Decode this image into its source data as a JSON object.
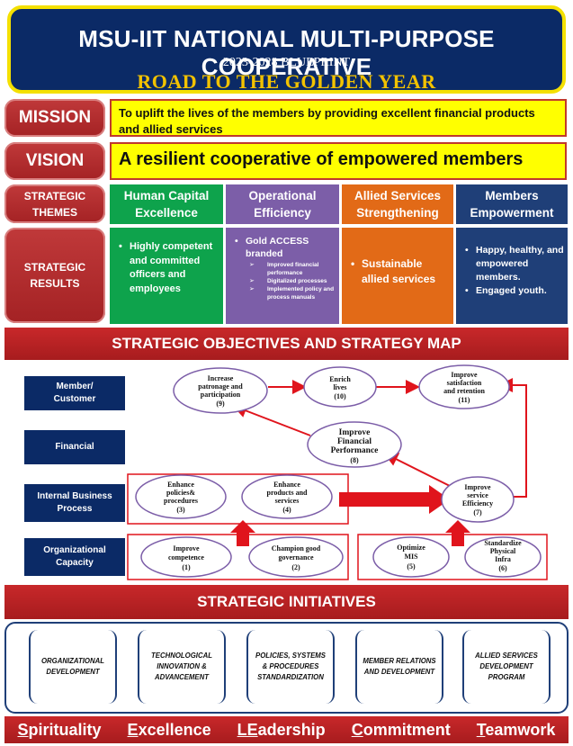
{
  "header": {
    "org_name": "MSU-IIT NATIONAL MULTI-PURPOSE COOPERATIVE",
    "blueprint": "2023-2028 BLUEPRINT",
    "tagline": "ROAD TO THE GOLDEN YEAR"
  },
  "labels": {
    "mission": "MISSION",
    "vision": "VISION",
    "themes_line1": "STRATEGIC",
    "themes_line2": "THEMES",
    "results_line1": "STRATEGIC",
    "results_line2": "RESULTS"
  },
  "mission_text": "To uplift the lives of the members by providing excellent financial products and allied services",
  "vision_text": "A resilient cooperative of empowered members",
  "themes": [
    {
      "line1": "Human Capital",
      "line2": "Excellence"
    },
    {
      "line1": "Operational",
      "line2": "Efficiency"
    },
    {
      "line1": "Allied Services",
      "line2": "Strengthening"
    },
    {
      "line1": "Members",
      "line2": "Empowerment"
    }
  ],
  "results": {
    "human": [
      "Highly competent and committed officers and employees"
    ],
    "operational": {
      "main": "Gold ACCESS branded",
      "subs": [
        "Improved financial performance",
        "Digitalized processes",
        "Implemented policy and process manuals"
      ]
    },
    "allied": [
      "Sustainable allied services"
    ],
    "members": [
      "Happy, healthy, and empowered members.",
      "Engaged youth."
    ]
  },
  "banners": {
    "objectives": "STRATEGIC OBJECTIVES AND STRATEGY MAP",
    "initiatives": "STRATEGIC INITIATIVES"
  },
  "perspectives": [
    {
      "line1": "Member/",
      "line2": "Customer"
    },
    {
      "line1": "Financial",
      "line2": ""
    },
    {
      "line1": "Internal Business",
      "line2": "Process"
    },
    {
      "line1": "Organizational",
      "line2": "Capacity"
    }
  ],
  "objectives": {
    "o1": {
      "lines": [
        "Improve",
        "competence"
      ],
      "num": "(1)"
    },
    "o2": {
      "lines": [
        "Champion good",
        "governance"
      ],
      "num": "(2)"
    },
    "o3": {
      "lines": [
        "Enhance",
        "policies&",
        "procedures"
      ],
      "num": "(3)"
    },
    "o4": {
      "lines": [
        "Enhance",
        "products and",
        "services"
      ],
      "num": "(4)"
    },
    "o5": {
      "lines": [
        "Optimize",
        "MIS"
      ],
      "num": "(5)"
    },
    "o6": {
      "lines": [
        "Standardize",
        "Physical",
        "Infra"
      ],
      "num": "(6)"
    },
    "o7": {
      "lines": [
        "Improve",
        "service",
        "Efficiency"
      ],
      "num": "(7)"
    },
    "o8": {
      "lines": [
        "Improve",
        "Financial",
        "Performance"
      ],
      "num": "(8)"
    },
    "o9": {
      "lines": [
        "Increase",
        "patronage and",
        "participation"
      ],
      "num": "(9)"
    },
    "o10": {
      "lines": [
        "Enrich",
        "lives"
      ],
      "num": "(10)"
    },
    "o11": {
      "lines": [
        "Improve",
        "satisfaction",
        "and retention"
      ],
      "num": "(11)"
    }
  },
  "initiatives": [
    "ORGANIZATIONAL DEVELOPMENT",
    "TECHNOLOGICAL INNOVATION & ADVANCEMENT",
    "POLICIES, SYSTEMS & PROCEDURES STANDARDIZATION",
    "MEMBER RELATIONS AND DEVELOPMENT",
    "ALLIED SERVICES DEVELOPMENT PROGRAM"
  ],
  "values": [
    {
      "first": "S",
      "rest": "pirituality"
    },
    {
      "first": "E",
      "rest": "xcellence"
    },
    {
      "first": "LE",
      "rest": "adership"
    },
    {
      "first": "C",
      "rest": "ommitment"
    },
    {
      "first": "T",
      "rest": "eamwork"
    }
  ],
  "colors": {
    "navy": "#0b2a66",
    "gold": "#f2c200",
    "red": "#c0392b",
    "green": "#0ea34c",
    "purple": "#7c5ea8",
    "orange": "#e26a17",
    "blue": "#1f3f78"
  }
}
